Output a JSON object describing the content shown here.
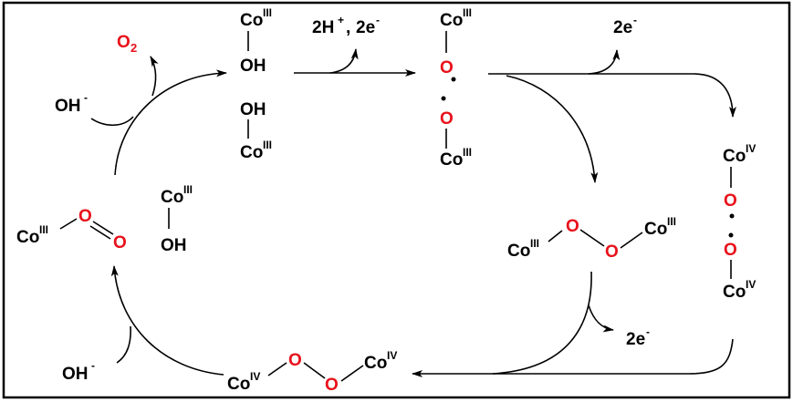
{
  "colors": {
    "oxygen": "#e8101a",
    "default": "#000000"
  },
  "reagents": {
    "o2_base": "O",
    "o2_sub": "2",
    "oh_top": "OH",
    "oh_top_sup": "-",
    "oh_bottom": "OH",
    "oh_bottom_sup": "-",
    "protons": "2H",
    "protons_sup": "+",
    "sep": ",",
    "electrons1": "2e",
    "electrons1_sup": "-",
    "electrons2": "2e",
    "electrons2_sup": "-",
    "electrons3": "2e",
    "electrons3_sup": "-"
  },
  "species": {
    "co": "Co",
    "o": "O",
    "oh": "OH",
    "ox3": "III",
    "ox4": "IV"
  }
}
